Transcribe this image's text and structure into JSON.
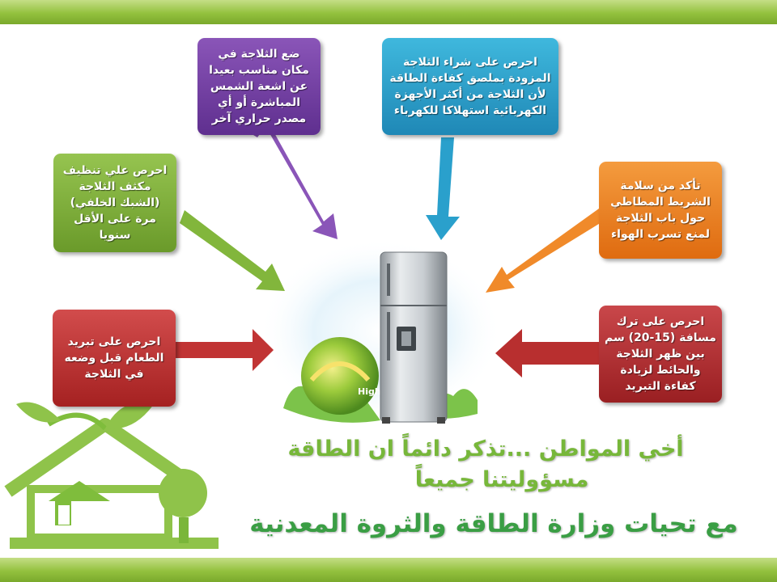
{
  "boxes": {
    "purple": "ضع الثلاجة في مكان مناسب بعيدا عن اشعة الشمس المباشرة أو أي مصدر حراري آخر",
    "blue": "احرص على شراء الثلاجة المزودة بملصق كفاءة الطاقة لأن الثلاجة من أكثر الأجهزة الكهربائية استهلاكا للكهرباء",
    "green": "احرص علي تنظيف مكثف الثلاجة (الشبك الخلفي) مرة على الأقل سنويا",
    "orange": "تأكد من سلامة الشريط المطاطي حول باب الثلاجة لمنع تسرب الهواء",
    "red": "احرص على تبريد الطعام قبل وضعه في الثلاجة",
    "darkred": "احرص على ترك مسافة (15-20) سم بين ظهر الثلاجة والحائط لزيادة كفاءة التبريد"
  },
  "messages": {
    "line1": "أخي المواطن ...تذكر دائماً ان الطاقة",
    "line2": "مسؤوليتنا جميعاً",
    "line3": "مع تحيات وزارة الطاقة والثروة المعدنية"
  },
  "label_high": "High",
  "colors": {
    "bar_green": "#93c13e",
    "purple": "#7a45a8",
    "blue": "#2aa0cc",
    "green": "#7fb03a",
    "orange": "#ee8020",
    "red": "#b82f2f",
    "text_green": "#77b73a"
  }
}
